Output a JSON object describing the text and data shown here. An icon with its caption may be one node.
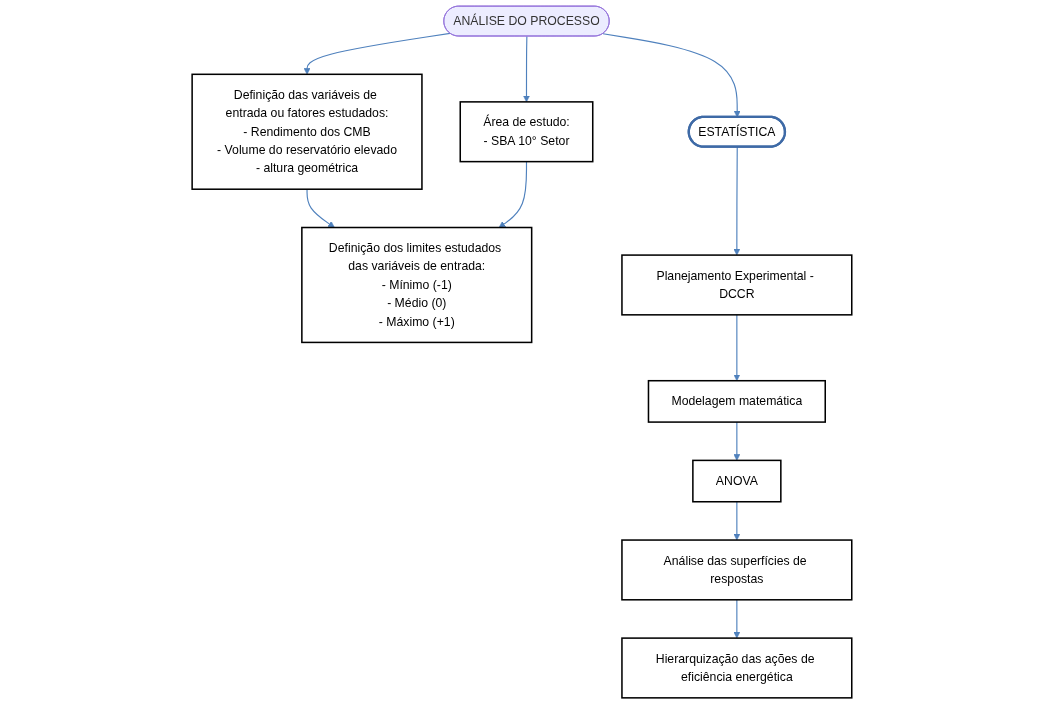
{
  "diagram": {
    "nodes": [
      {
        "text": [
          "ANÁLISE DO PROCESSO"
        ]
      },
      {
        "text": [
          "Definição das variáveis de entrada ou fatores estudados:",
          "- Rendimento dos CMB",
          "- Volume do reservatório elevado",
          "- altura geométrica"
        ]
      },
      {
        "text": [
          "Área de estudo:",
          "- SBA 10° Setor"
        ]
      },
      {
        "text": [
          "Definição dos limites estudados das variáveis de entrada:",
          "- Mínimo (-1)",
          "- Médio (0)",
          "- Máximo (+1)"
        ]
      },
      {
        "text": [
          "ESTATÍSTICA"
        ]
      },
      {
        "text": [
          "Planejamento Experimental - DCCR"
        ]
      },
      {
        "text": [
          "Modelagem matemática"
        ]
      },
      {
        "text": [
          "ANOVA"
        ]
      },
      {
        "text": [
          "Análise das superfícies de respostas"
        ]
      },
      {
        "text": [
          "Hierarquização das ações de eficiência energética"
        ]
      }
    ],
    "edges": [
      {
        "from": 0,
        "to": 1,
        "arrow": "to"
      },
      {
        "from": 0,
        "to": 2,
        "arrow": "to"
      },
      {
        "from": 0,
        "to": 4,
        "arrow": "to"
      },
      {
        "from": 1,
        "to": 3,
        "arrow": "to"
      },
      {
        "from": 2,
        "to": 3,
        "arrow": "to"
      },
      {
        "from": 4,
        "to": 5,
        "arrow": "to"
      },
      {
        "from": 5,
        "to": 6,
        "arrow": "to"
      },
      {
        "from": 6,
        "to": 7,
        "arrow": "to"
      },
      {
        "from": 7,
        "to": 8,
        "arrow": "to"
      },
      {
        "from": 8,
        "to": 9,
        "arrow": "to"
      }
    ]
  }
}
